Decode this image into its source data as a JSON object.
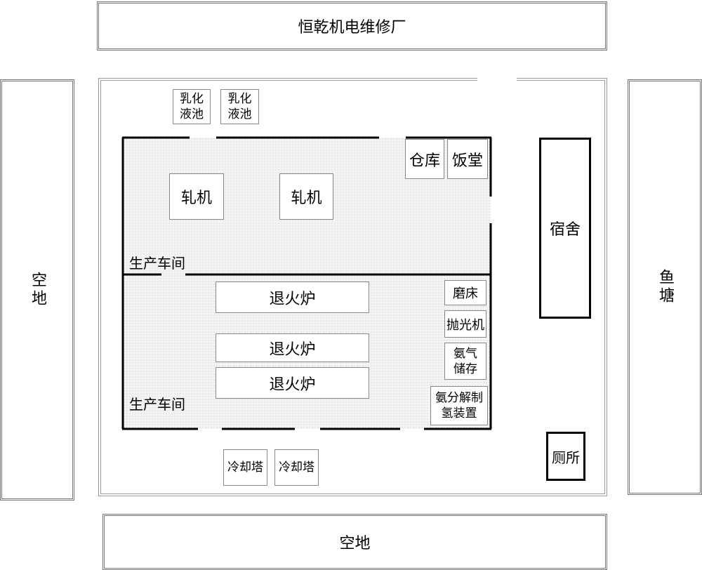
{
  "top_neighbor": "恒乾机电维修厂",
  "left_neighbor": "空地",
  "right_neighbor": "鱼塘",
  "bottom_neighbor": "空地",
  "emulsion_pool_1": "乳化\n液池",
  "emulsion_pool_2": "乳化\n液池",
  "warehouse": "仓库",
  "canteen": "饭堂",
  "rolling_mill_1": "轧机",
  "rolling_mill_2": "轧机",
  "workshop_upper": "生产车间",
  "workshop_lower": "生产车间",
  "annealing_furnace_1": "退火炉",
  "annealing_furnace_2": "退火炉",
  "annealing_furnace_3": "退火炉",
  "grinder": "磨床",
  "polisher": "抛光机",
  "ammonia_storage": "氨气\n储存",
  "hydrogen_unit": "氨分解制\n氢装置",
  "dormitory": "宿舍",
  "toilet": "厕所",
  "cooling_tower_1": "冷却塔",
  "cooling_tower_2": "冷却塔"
}
